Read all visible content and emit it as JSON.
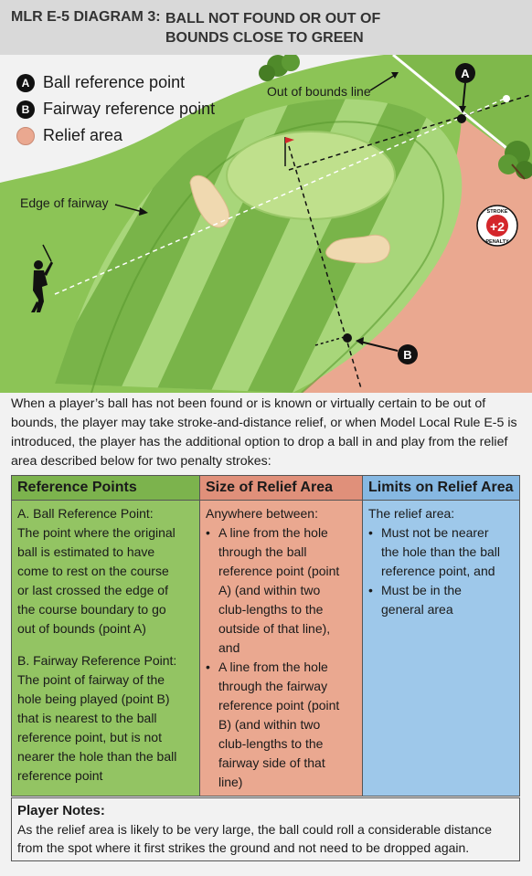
{
  "title": {
    "part_a": "MLR E-5 DIAGRAM 3:",
    "part_b": "BALL NOT FOUND OR OUT OF BOUNDS CLOSE TO GREEN"
  },
  "legend": {
    "items": [
      {
        "marker": "A",
        "label": "Ball reference point"
      },
      {
        "marker": "B",
        "label": "Fairway reference point"
      },
      {
        "marker": "",
        "label": "Relief area"
      }
    ]
  },
  "diagram": {
    "callout_oob": "Out of bounds line",
    "callout_fairway": "Edge of fairway",
    "marker_a": "A",
    "marker_b": "B",
    "badge_top": "STROKE",
    "badge_value": "+2",
    "badge_bottom": "PENALTY",
    "colors": {
      "rough": "#8cc456",
      "fairway_light": "#a8d67a",
      "fairway_stripe": "#6aa83a",
      "green": "#bfe08c",
      "relief": "#eaa890",
      "out_of_bounds": "#7fb84b",
      "bunker": "#f0d9b0"
    }
  },
  "intro": "When a player’s ball has not been found or is known or virtually certain to be out of bounds, the player may take stroke-and-distance relief, or when Model Local Rule E-5 is introduced, the player has the additional option to drop a ball in and play from the relief area described below for two penalty strokes:",
  "table": {
    "headers": [
      "Reference Points",
      "Size of Relief Area",
      "Limits on Relief Area"
    ],
    "col1": {
      "a_lines": [
        "A. Ball Reference Point:",
        "The point where the original",
        "ball is estimated to have",
        "come to rest on the course",
        "or last crossed the edge of",
        "the course boundary to go",
        "out of bounds (point A)"
      ],
      "b_lines": [
        "B. Fairway Reference Point:",
        "The point of fairway of the",
        "hole being played (point B)",
        "that is nearest to the ball",
        "reference point, but is not",
        "nearer the hole than the ball",
        "reference point"
      ]
    },
    "col2": {
      "intro": "Anywhere between:",
      "bullet1_lines": [
        "A line from the hole",
        "through the ball",
        "reference point (point",
        "A) (and within two",
        "club-lengths to the",
        "outside of that line),",
        "and"
      ],
      "bullet2_lines": [
        "A line from the hole",
        "through the fairway",
        "reference point (point",
        "B) (and within two",
        "club-lengths to the",
        "fairway side of that",
        "line)"
      ]
    },
    "col3": {
      "intro": "The relief area:",
      "bullet1_lines": [
        "Must not be nearer",
        "the hole than the ball",
        "reference point, and"
      ],
      "bullet2_lines": [
        "Must be in the",
        "general area"
      ]
    }
  },
  "notes": {
    "title": "Player Notes:",
    "text": "As the relief area is likely to be very large, the ball could roll a considerable distance from the spot where it first strikes the ground and not need to be dropped again."
  }
}
